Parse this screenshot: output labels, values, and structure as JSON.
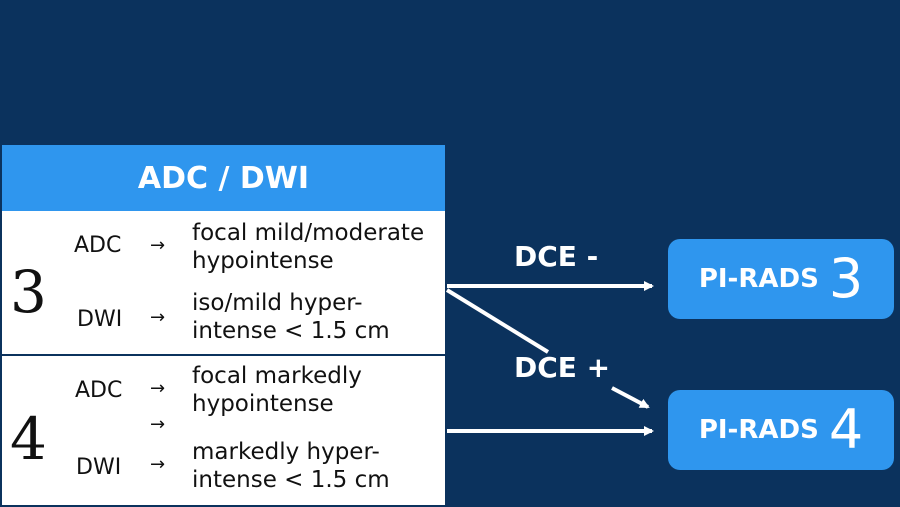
{
  "table": {
    "header": "ADC / DWI",
    "rows": [
      {
        "score": "3",
        "adc_label": "ADC",
        "adc_desc_line1": "focal mild/moderate",
        "adc_desc_line2": "hypointense",
        "dwi_label": "DWI",
        "dwi_desc_line1": "iso/mild hyper-",
        "dwi_desc_line2": "intense  < 1.5 cm"
      },
      {
        "score": "4",
        "adc_label": "ADC",
        "adc_desc_line1": "focal markedly",
        "adc_desc_line2": "hypointense",
        "dwi_label": "DWI",
        "dwi_desc_line1": "markedly hyper-",
        "dwi_desc_line2": "intense  < 1.5 cm"
      }
    ]
  },
  "arrow_glyph": "→",
  "edges": {
    "dce_negative": "DCE -",
    "dce_positive": "DCE +"
  },
  "outcomes": [
    {
      "text": "PI-RADS",
      "number": "3"
    },
    {
      "text": "PI-RADS",
      "number": "4"
    }
  ],
  "colors": {
    "background": "#0b325d",
    "accent": "#2f96ee",
    "row_background": "#ffffff"
  }
}
